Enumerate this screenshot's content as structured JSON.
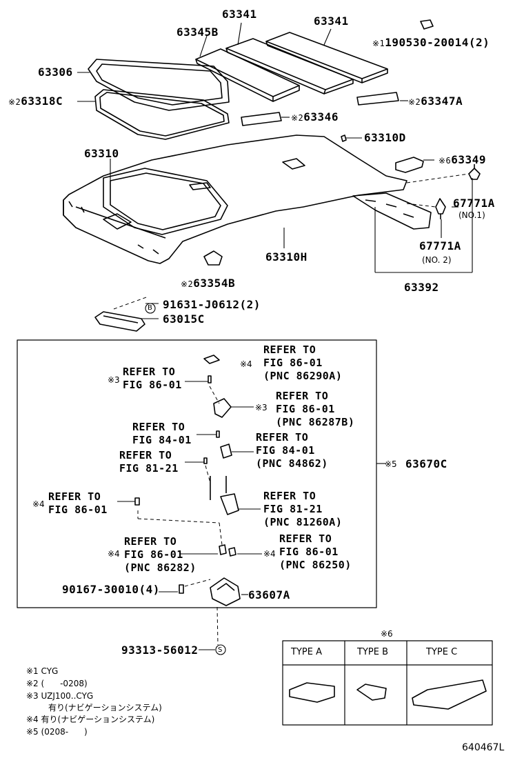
{
  "parts": {
    "p63341a": "63341",
    "p63341b": "63341",
    "p63345b": "63345B",
    "p19053": "190530-20014(2)",
    "p63306": "63306",
    "p63318c": "63318C",
    "p63347a": "63347A",
    "p63346": "63346",
    "p63310d": "63310D",
    "p63310": "63310",
    "p63349": "63349",
    "p67771a1": "67771A",
    "no1": "(NO.1)",
    "p67771a2": "67771A",
    "no2": "(NO. 2)",
    "p63310h": "63310H",
    "p63392": "63392",
    "p63354b": "63354B",
    "p91631": "91631-J0612(2)",
    "p63015c": "63015C",
    "p63670c": "63670C",
    "p90167": "90167-30010(4)",
    "p63607a": "63607A",
    "p93313": "93313-56012"
  },
  "marks": {
    "m1": "※1",
    "m2": "※2",
    "m3": "※3",
    "m4": "※4",
    "m5": "※5",
    "m6": "※6",
    "m2num": "※2",
    "m6num": "※6",
    "m5num": "※5"
  },
  "circles": {
    "b": "B",
    "s": "S"
  },
  "refs": {
    "r1": "REFER TO\nFIG 86-01\n(PNC 86290A)",
    "r2": "REFER TO\nFIG 86-01",
    "r3": "REFER TO\nFIG 86-01\n(PNC 86287B)",
    "r4": "REFER TO\nFIG 84-01",
    "r5": "REFER TO\nFIG 84-01\n(PNC 84862)",
    "r6": "REFER TO\nFIG 81-21",
    "r7": "REFER TO\nFIG 81-21\n(PNC 81260A)",
    "r8": "REFER TO\nFIG 86-01",
    "r9": "REFER TO\nFIG 86-01\n(PNC 86282)",
    "r10": "REFER TO\nFIG 86-01\n(PNC 86250)"
  },
  "types": {
    "a": "TYPE A",
    "b": "TYPE B",
    "c": "TYPE C"
  },
  "notes": {
    "n1": "CYG",
    "n2": "(      -0208)",
    "n3": "UZJ100..CYG",
    "n3b": "有り(ナビゲーションシステム)",
    "n4": "有り(ナビゲーションシステム)",
    "n5": "(0208-      )"
  },
  "diagram_code": "640467L"
}
